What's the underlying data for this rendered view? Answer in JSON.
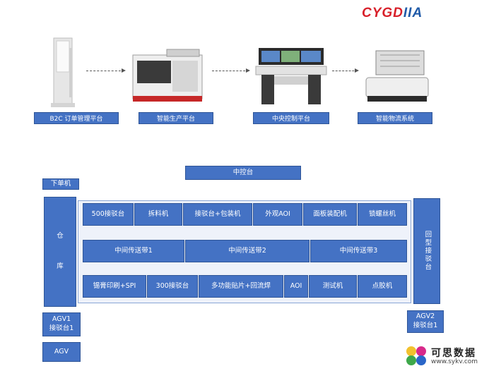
{
  "logo": {
    "text_a": "CYGD",
    "text_b": "IIA"
  },
  "platforms": [
    {
      "label": "B2C 订单管理平台",
      "icon": "kiosk-icon"
    },
    {
      "label": "智能生产平台",
      "icon": "production-machine-icon"
    },
    {
      "label": "中央控制平台",
      "icon": "control-console-icon"
    },
    {
      "label": "智能物流系统",
      "icon": "agv-robot-icon"
    }
  ],
  "diagram": {
    "control": "中控台",
    "order_machine": "下单机",
    "warehouse": {
      "top": "仓",
      "bottom": "库"
    },
    "row1": [
      "500接驳台",
      "拆料机",
      "接驳台+包装机",
      "外观AOI",
      "面板装配机",
      "锁螺丝机"
    ],
    "row2": [
      "中间传送带1",
      "中间传送带2",
      "中间传送带3"
    ],
    "row3": [
      "锡膏印刷+SPI",
      "300接驳台",
      "多功能贴片+回流焊",
      "AOI",
      "测试机",
      "点胶机"
    ],
    "return_dock": "回型接驳台",
    "agv1": {
      "line1": "AGV1",
      "line2": "接驳台1"
    },
    "agv2": {
      "line1": "AGV2",
      "line2": "接驳台1"
    },
    "agv": "AGV"
  },
  "watermark": {
    "title": "可思数据",
    "url": "www.sykv.com"
  },
  "colors": {
    "box": "#4472c4",
    "border": "#2f5597",
    "logo_red": "#d8202a",
    "logo_blue": "#1f5aa8"
  }
}
